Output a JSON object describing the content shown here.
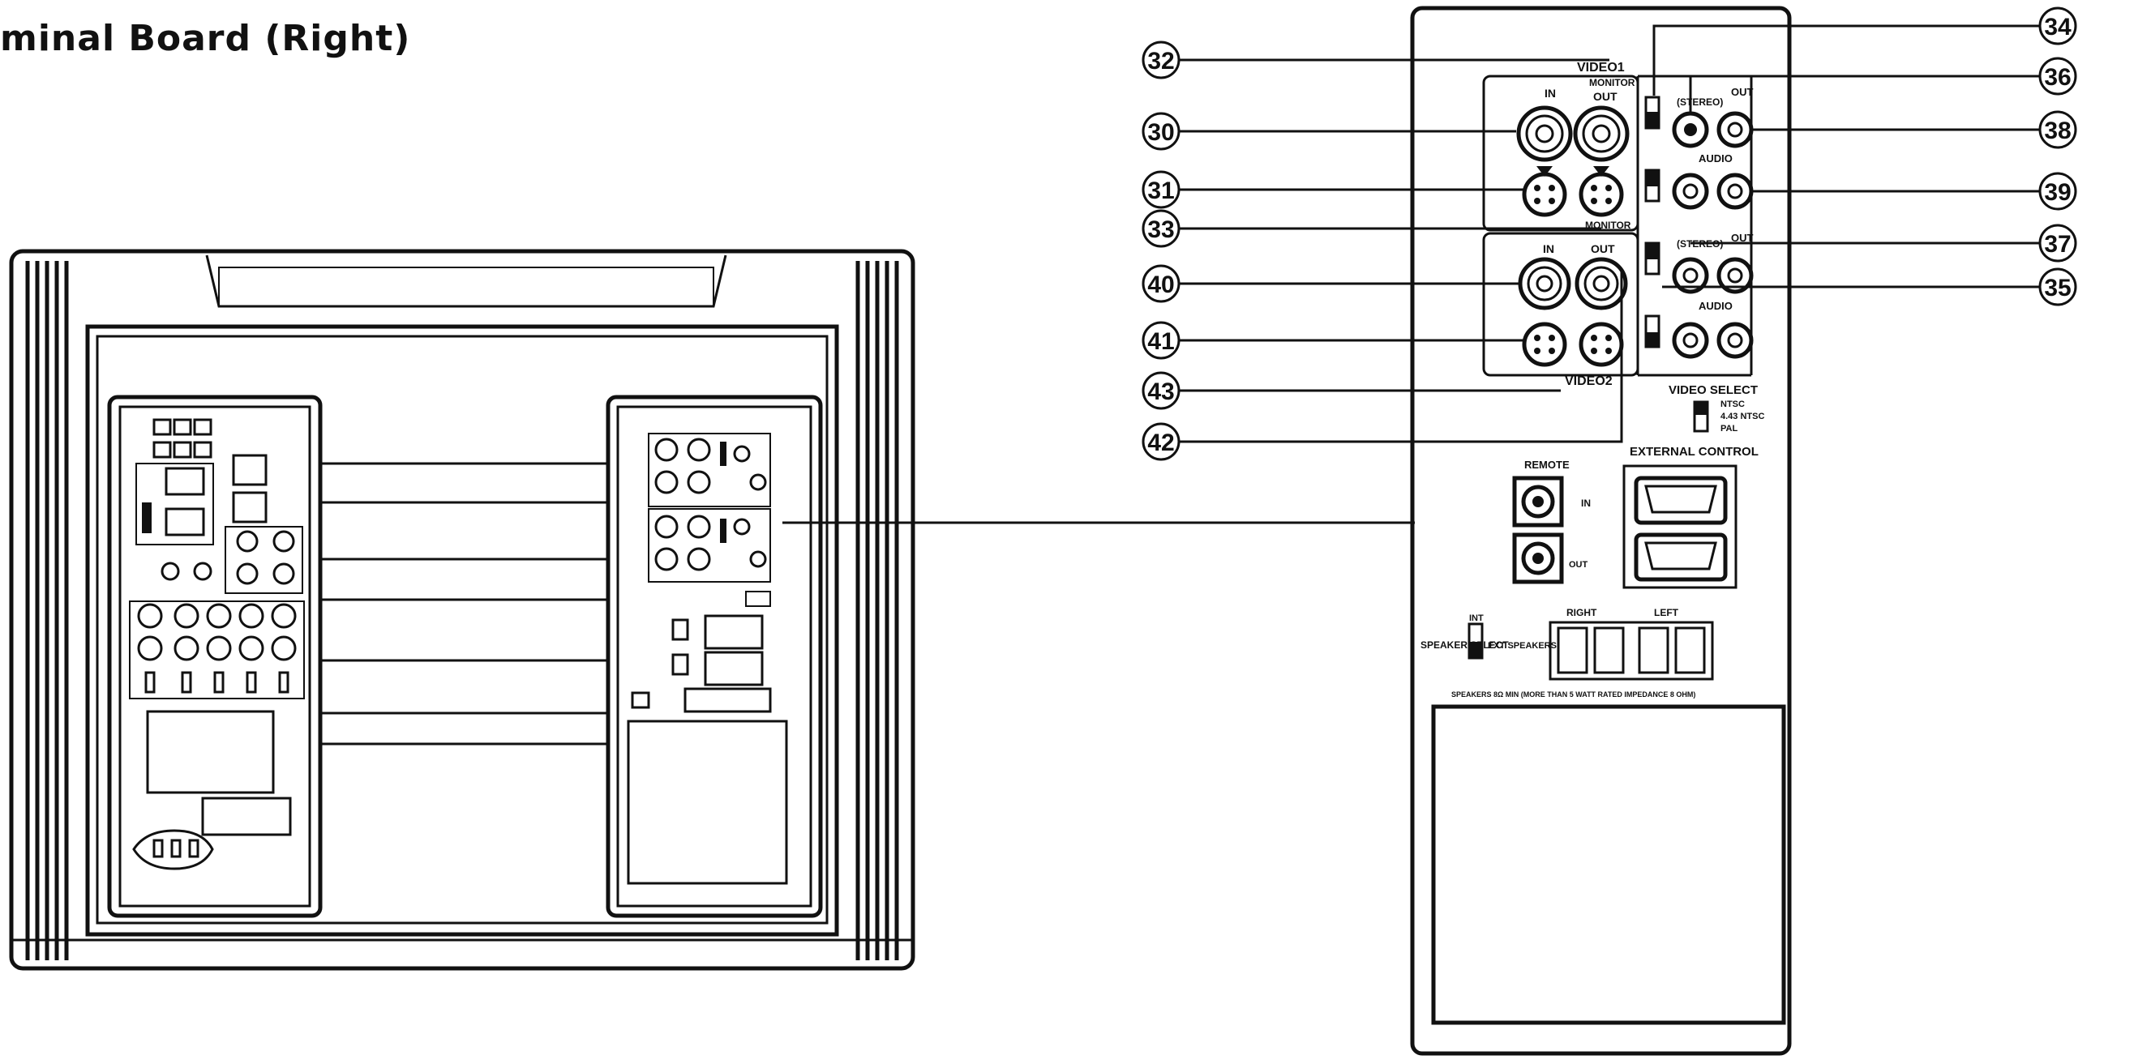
{
  "title": "minal  Board (Right)",
  "callouts": [
    {
      "id": "c32",
      "number": "32"
    },
    {
      "id": "c30",
      "number": "30"
    },
    {
      "id": "c31",
      "number": "31"
    },
    {
      "id": "c33",
      "number": "33"
    },
    {
      "id": "c40",
      "number": "40"
    },
    {
      "id": "c41",
      "number": "41"
    },
    {
      "id": "c43",
      "number": "43"
    },
    {
      "id": "c42",
      "number": "42"
    },
    {
      "id": "c34",
      "number": "34"
    },
    {
      "id": "c36",
      "number": "36"
    },
    {
      "id": "c38",
      "number": "38"
    },
    {
      "id": "c39",
      "number": "39"
    },
    {
      "id": "c37",
      "number": "37"
    },
    {
      "id": "c35",
      "number": "35"
    }
  ],
  "panel_labels": {
    "video1": "VIDEO1",
    "video2": "VIDEO2",
    "in1": "IN",
    "out1": "OUT",
    "in2": "IN",
    "out2": "OUT",
    "monitor1": "MONITOR",
    "monitor2": "MONITOR",
    "stereo1": "(STEREO)",
    "stereo2": "(STEREO)",
    "audio1": "AUDIO",
    "audio2": "AUDIO",
    "mon_out1": "OUT",
    "mon_out2": "OUT",
    "video_select": "VIDEO SELECT",
    "ntsc": "NTSC",
    "ntsc2": "4.43 NTSC",
    "pal": "PAL",
    "external_control": "EXTERNAL CONTROL",
    "remote": "REMOTE",
    "in_arrow": "IN",
    "remote_out": "OUT",
    "speaker_select": "SPEAKER SELECT",
    "int": "INT",
    "ext_speakers": "EXT SPEAKERS",
    "right": "RIGHT",
    "left": "LEFT",
    "speaker_note": "SPEAKERS 8Ω MIN (MORE THAN 5 WATT RATED IMPEDANCE 8 OHM)"
  }
}
